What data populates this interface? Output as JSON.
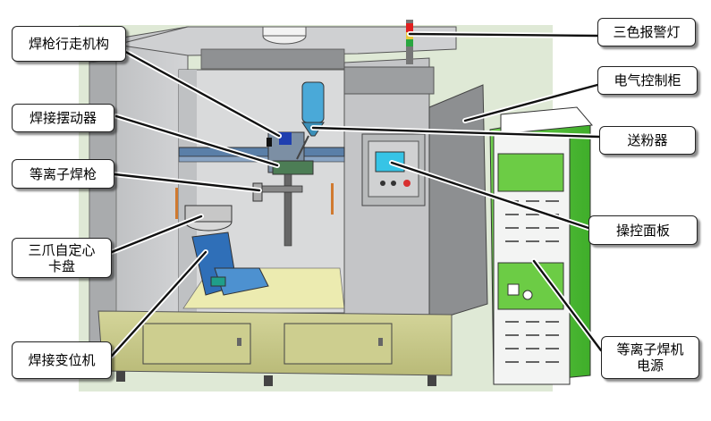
{
  "labels": {
    "torch_travel": "焊枪行走机构",
    "oscillator": "焊接摆动器",
    "plasma_torch": "等离子焊枪",
    "chuck_line1": "三爪自定心",
    "chuck_line2": "卡盘",
    "positioner": "焊接变位机",
    "alarm_light": "三色报警灯",
    "control_cabinet": "电气控制柜",
    "powder_feeder": "送粉器",
    "control_panel": "操控面板",
    "power_line1": "等离子焊机",
    "power_line2": "电源"
  },
  "colors": {
    "background": "#ffffff",
    "machine_gray": "#c9cacb",
    "base_olive": "#c8c98a",
    "power_green": "#55c43a",
    "accent_blue": "#3070c8",
    "callout_border": "#222222"
  }
}
